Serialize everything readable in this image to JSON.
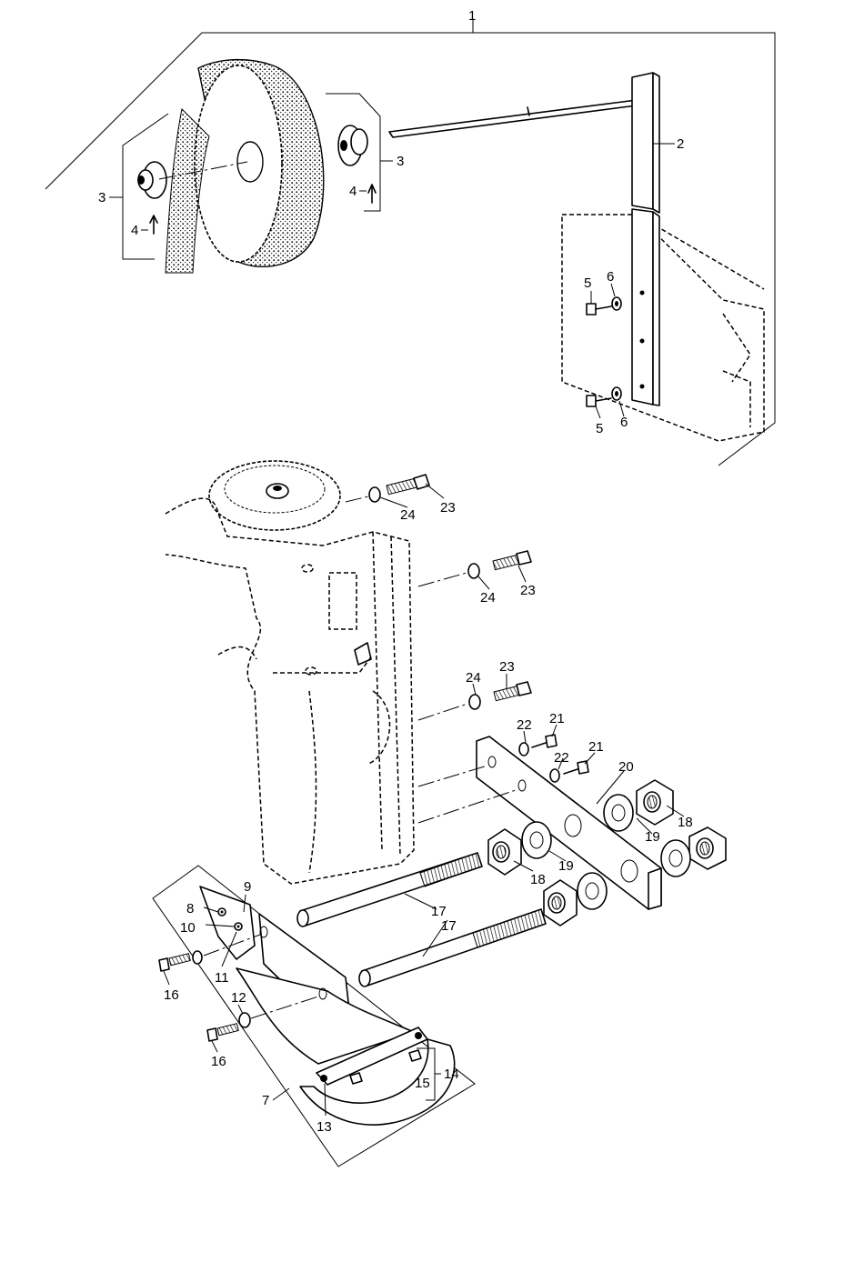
{
  "diagram": {
    "type": "exploded-parts-view",
    "callouts": [
      "1",
      "2",
      "3",
      "3",
      "4",
      "4",
      "5",
      "6",
      "5",
      "6",
      "23",
      "24",
      "23",
      "24",
      "24",
      "23",
      "21",
      "22",
      "21",
      "22",
      "20",
      "18",
      "19",
      "19",
      "18",
      "17",
      "17",
      "9",
      "8",
      "10",
      "11",
      "16",
      "12",
      "16",
      "15",
      "14",
      "7",
      "13"
    ]
  }
}
